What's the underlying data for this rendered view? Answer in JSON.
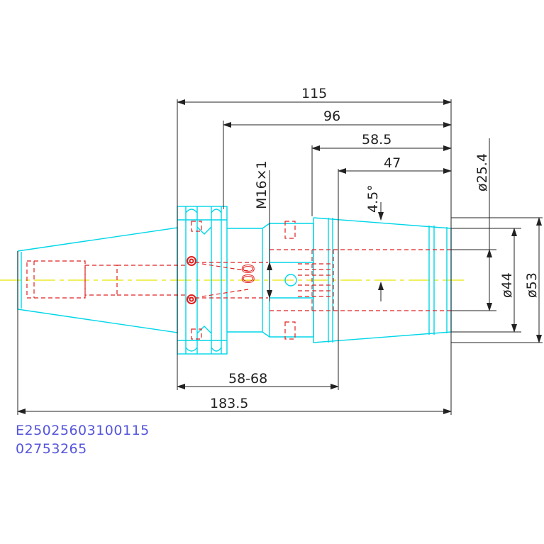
{
  "drawing": {
    "dimensions": {
      "len_115": "115",
      "len_96": "96",
      "len_58_5": "58.5",
      "len_47": "47",
      "thread": "M16×1",
      "angle": "4.5°",
      "dia_25_4": "ø25.4",
      "dia_44": "ø44",
      "dia_53": "ø53",
      "range": "58-68",
      "overall": "183.5"
    },
    "part_code": "E25025603100115",
    "item_code": "02753265",
    "colors": {
      "outline": "#00d6e8",
      "hidden": "#e02020",
      "centerline": "#e6e600",
      "dimension": "#222222",
      "code_text": "#5555dd"
    }
  }
}
